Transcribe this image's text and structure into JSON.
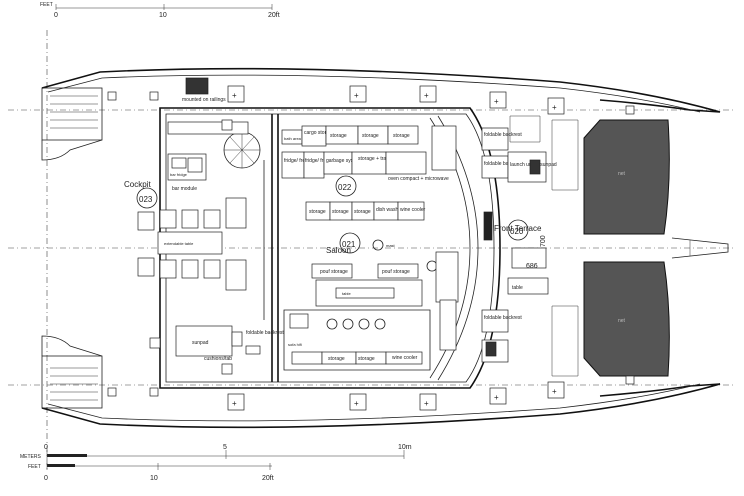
{
  "scales": {
    "top_feet": {
      "unit_label": "FEET",
      "ticks": [
        "0",
        "10",
        "20ft"
      ]
    },
    "bottom_meters": {
      "unit_label": "METERS",
      "ticks": [
        "0",
        "5",
        "10m"
      ]
    },
    "bottom_feet": {
      "unit_label": "FEET",
      "ticks": [
        "0",
        "10",
        "20ft"
      ]
    }
  },
  "areas": {
    "cockpit": {
      "label": "Cockpit",
      "number": "023"
    },
    "saloon": {
      "label": "Saloon",
      "number": "021"
    },
    "galley": {
      "number": "022"
    },
    "front_terrace": {
      "label": "Front Terrace",
      "number": "020"
    }
  },
  "labels": {
    "mounted_on_railings": "mounted on railings",
    "bath_area": "bath area",
    "cargo_storage": "cargo storage",
    "storage": "storage",
    "fridge_freezer": "fridge/ freezer",
    "fridge_freezer_2": "fridge/ freezer",
    "garbage_system": "garbage system",
    "storage_trash_bin": "storage + trash bin",
    "oven_microwave": "oven compact + microwave",
    "bar_module": "bar module",
    "bar_fridge": "bar fridge",
    "wine_cooler": "wine cooler",
    "dish_washer": "dish washer",
    "extendable_table": "extendable table",
    "pouf_storage": "pouf storage",
    "table": "table",
    "sunpad": "sunpad",
    "cushions": "cushions/tab",
    "foldable_backrest": "foldable backrest",
    "launch_underneath": "launch under sunpad",
    "mast": "mast",
    "hifi": "sofa hifi",
    "net_left": "net",
    "net_right": "net"
  },
  "dimension_marks": [
    "700",
    "686"
  ]
}
